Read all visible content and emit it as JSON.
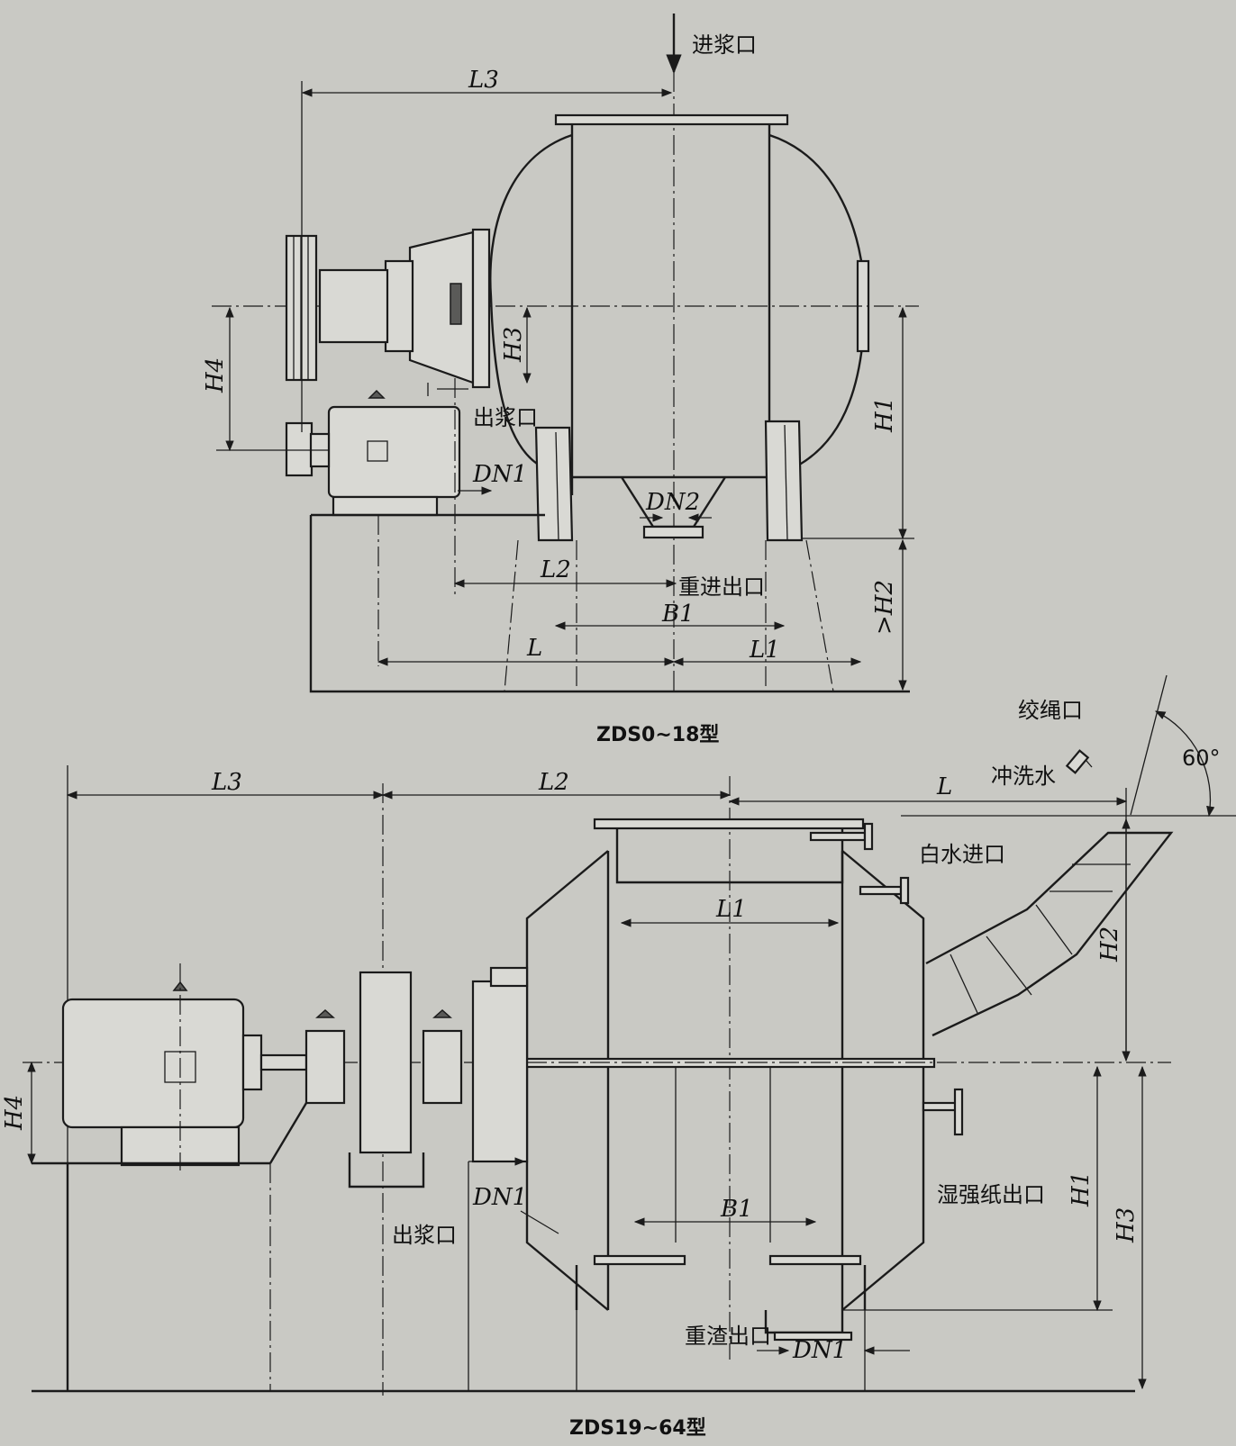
{
  "figure_top": {
    "caption": "ZDS0~18型",
    "labels": {
      "inlet": "进浆口",
      "outlet": "出浆口",
      "heavy_outlet": "重进出口"
    },
    "dims": {
      "L3": "L3",
      "H4": "H4",
      "H3": "H3",
      "H1": "H1",
      "H2": ">H2",
      "DN1": "DN1",
      "DN2": "DN2",
      "L2": "L2",
      "B1": "B1",
      "L": "L",
      "L1": "L1"
    }
  },
  "figure_bottom": {
    "caption": "ZDS19~64型",
    "labels": {
      "rope_outlet": "绞绳口",
      "flush_water": "冲洗水",
      "white_water_inlet": "白水进口",
      "wet_paper_outlet": "湿强纸出口",
      "outlet": "出浆口",
      "residue_outlet": "重渣出口",
      "angle": "60°"
    },
    "dims": {
      "L3": "L3",
      "L2": "L2",
      "L": "L",
      "L1": "L1",
      "H2": "H2",
      "H4": "H4",
      "H1": "H1",
      "H3": "H3",
      "B1": "B1",
      "DN1a": "DN1",
      "DN1b": "DN1"
    }
  },
  "icons": {
    "arrow": "arrow-icon",
    "motor": "motor-icon",
    "pulley": "pulley-icon"
  }
}
